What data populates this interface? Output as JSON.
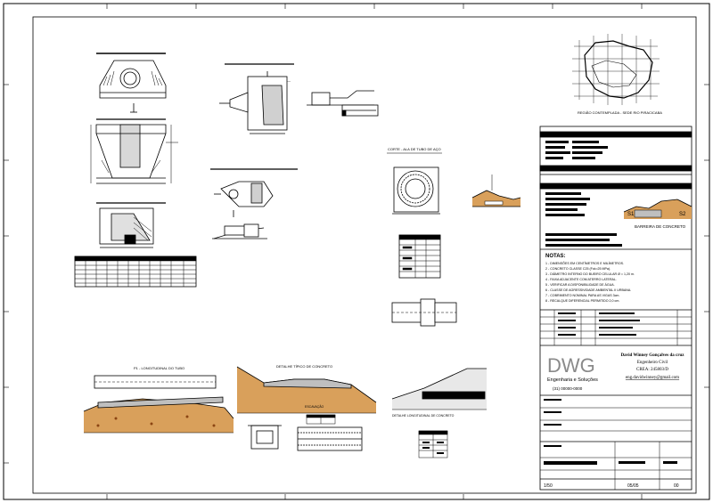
{
  "drawing": {
    "view_titles": {
      "map_caption": "REGIÃO CONTEMPLADA - SEDE RIO PIRACICABA",
      "corrugated_section": "CORTE - ALA DE TUBO DE AÇO",
      "profile": "P1 - LONGITUDINAL DO TUBO",
      "section_detail": "DETALHE TÍPICO DE CONCRETO",
      "longitudinal_detail": "DETALHE LONGITUDINAL DE CONCRETO",
      "excavation_label": "ESCAVAÇÃO"
    },
    "profile_labels": [
      "S1",
      "S2"
    ],
    "profile_note": "BARREIRA DE CONCRETO",
    "notes_title": "NOTAS:",
    "notes": [
      "1 - DIMENSÕES EM CENTÍMETROS E MILÍMETROS.",
      "2 - CONCRETO CLASSE C25 (Fck=25 MPa).",
      "3 - DIÂMETRO INTERNO DO BUEIRO CELULAR Ø = 1,20 m.",
      "4 - FAIXA ADJACENTE COM ATERRO LATERAL.",
      "5 - VERIFICAR A DISPONIBILIDADE DE ÁGUA.",
      "6 - CLASSE DE AGRESSIVIDADE AMBIENTAL II URBANA.",
      "7 - COBRIMENTO NOMINAL PARA AS VIGAS 3cm.",
      "8 - RECALQUE DIFERENCIAL PERMITIDO 2,0 cm."
    ]
  },
  "title_block": {
    "logo_text": "DWG",
    "company_subtitle": "Engenharia e Soluções",
    "phone": "(31) 00000-0000",
    "engineer_name": "David Winney Gonçalves da cruz",
    "engineer_role": "Engenheiro Civil",
    "engineer_crea": "CREA: 245803/D",
    "engineer_email": "eng.davidwinney@gmail.com",
    "scale": "1/50",
    "sheet_number": "05/05",
    "revision": "00"
  },
  "colors": {
    "line": "#000000",
    "soil": "#d9a05b",
    "concrete": "#bfbfbf",
    "logo": "#8a8a8a"
  }
}
